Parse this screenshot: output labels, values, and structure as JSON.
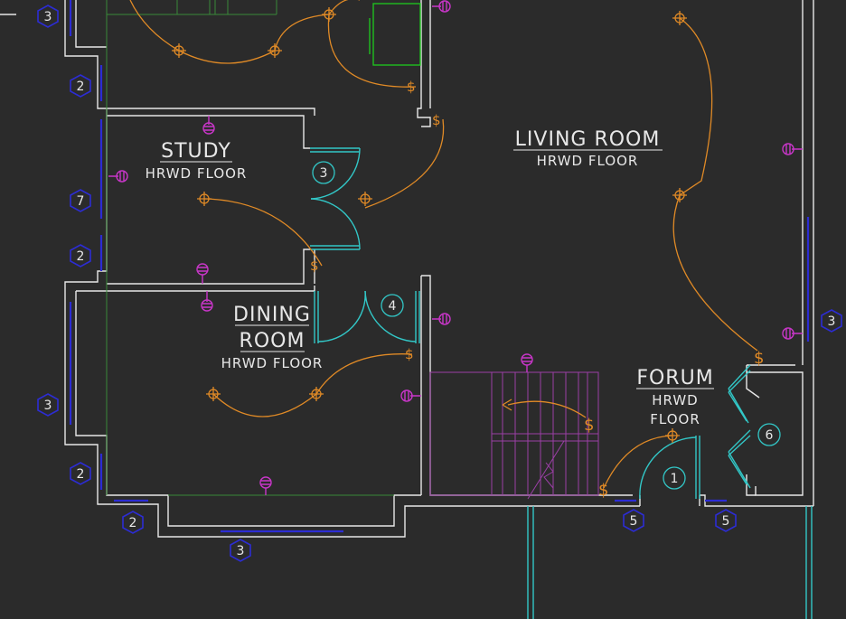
{
  "rooms": {
    "study": {
      "name": "STUDY",
      "floor": "HRWD  FLOOR"
    },
    "living": {
      "name": "LIVING  ROOM",
      "floor": "HRWD  FLOOR"
    },
    "dining": {
      "name_1": "DINING",
      "name_2": "ROOM",
      "floor": "HRWD  FLOOR"
    },
    "forum": {
      "name": "FORUM",
      "floor_1": "HRWD",
      "floor_2": "FLOOR"
    }
  },
  "window_tags": [
    "3",
    "2",
    "7",
    "2",
    "3",
    "2",
    "2",
    "3",
    "5",
    "5",
    "3"
  ],
  "door_tags": [
    "3",
    "4",
    "1",
    "6"
  ],
  "switch_symbol": "$",
  "colors": {
    "background": "#2b2b2b",
    "walls": "#e8e8e8",
    "windows": "#2c2cd4",
    "doors": "#32c7c7",
    "electrical": "#e08a26",
    "outlets": "#c936c9",
    "stairs": "#9b3fa6"
  }
}
